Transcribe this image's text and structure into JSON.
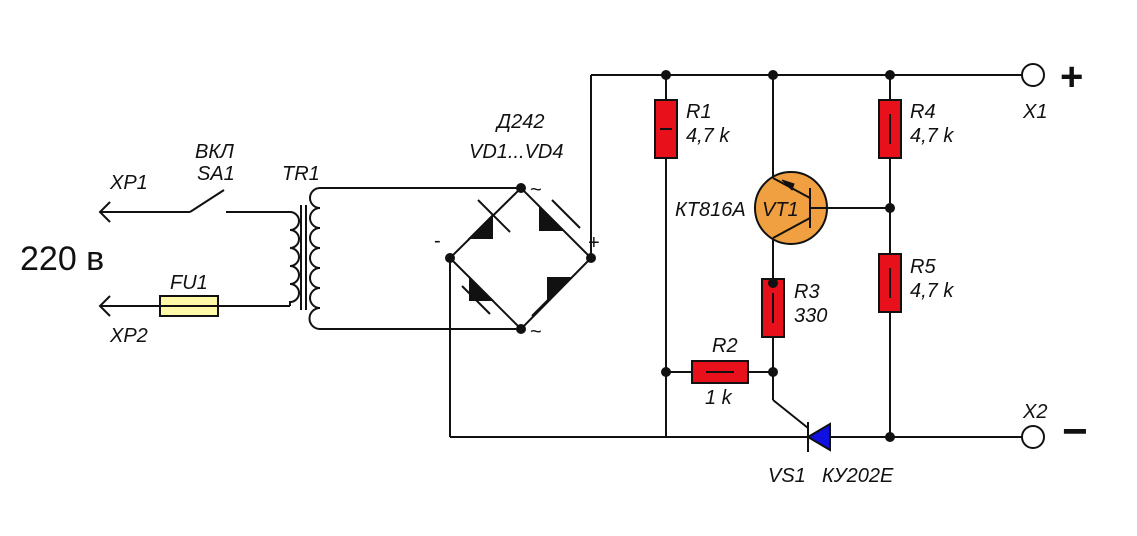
{
  "mains": {
    "plug1": "XP1",
    "plug2": "XP2",
    "voltage": "220 в"
  },
  "switch": {
    "label_top": "ВКЛ",
    "label_ref": "SA1"
  },
  "fuse": {
    "ref": "FU1",
    "color": "#fff9a8"
  },
  "transformer": {
    "ref": "TR1"
  },
  "bridge": {
    "type": "Д242",
    "refs": "VD1...VD4",
    "minus": "-",
    "plus": "+",
    "ac_top": "~",
    "ac_bottom": "~"
  },
  "resistors": {
    "r1": {
      "ref": "R1",
      "value": "4,7 k"
    },
    "r2": {
      "ref": "R2",
      "value": "1 k"
    },
    "r3": {
      "ref": "R3",
      "value": "330"
    },
    "r4": {
      "ref": "R4",
      "value": "4,7 k"
    },
    "r5": {
      "ref": "R5",
      "value": "4,7 k"
    },
    "color": "#e8101a"
  },
  "transistor": {
    "type": "КТ816А",
    "ref": "VT1",
    "color": "#f0a040"
  },
  "thyristor": {
    "ref": "VS1",
    "type": "КУ202Е",
    "color": "#1010e0"
  },
  "outputs": {
    "x1": "X1",
    "x2": "X2",
    "plus": "+",
    "minus": "−"
  }
}
